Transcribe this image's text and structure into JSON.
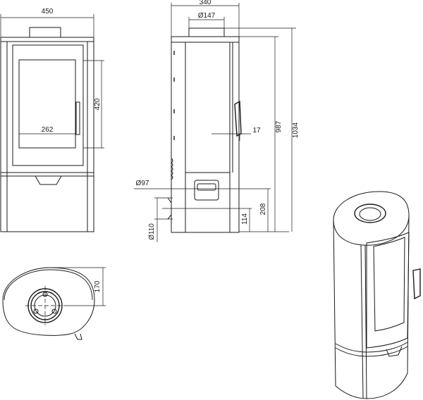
{
  "front_view": {
    "width_label": "450",
    "door_height_label": "420",
    "door_width_label": "262"
  },
  "side_view": {
    "depth_label": "340",
    "flue_top_label": "Ø147",
    "handle_offset_label": "17",
    "height_to_flue_label": "987",
    "total_height_label": "1034",
    "air_inlet_label": "Ø97",
    "air_inlet_height_label": "208",
    "air_inlet_center_label": "114",
    "rear_flue_label": "Ø110"
  },
  "top_view": {
    "flue_offset_label": "170"
  }
}
